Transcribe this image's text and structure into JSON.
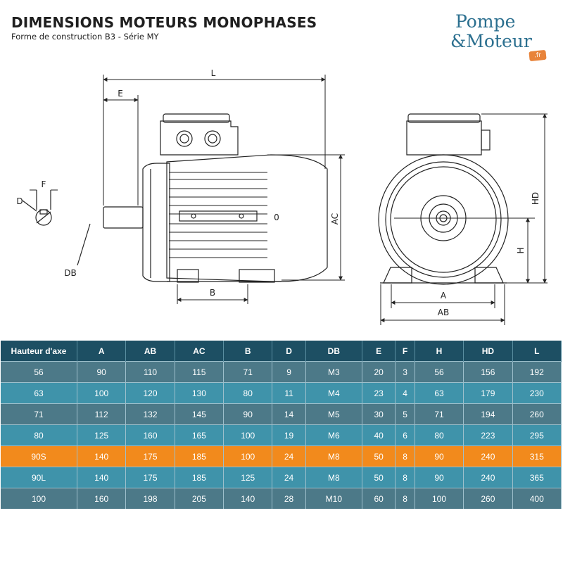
{
  "header": {
    "title": "DIMENSIONS MOTEURS MONOPHASES",
    "subtitle": "Forme de construction B3 - Série MY"
  },
  "logo": {
    "line1": "Pompe",
    "line2": "&Moteur",
    "suffix": ".fr",
    "brand_color": "#2b6f8f",
    "accent_color": "#e8833a"
  },
  "drawing_labels": {
    "L": "L",
    "E": "E",
    "F": "F",
    "D": "D",
    "DB": "DB",
    "AC": "AC",
    "B": "B",
    "HD": "HD",
    "H": "H",
    "A": "A",
    "AB": "AB",
    "zero": "0"
  },
  "table": {
    "columns": [
      "Hauteur d'axe",
      "A",
      "AB",
      "AC",
      "B",
      "D",
      "DB",
      "E",
      "F",
      "H",
      "HD",
      "L"
    ],
    "rows": [
      [
        "56",
        "90",
        "110",
        "115",
        "71",
        "9",
        "M3",
        "20",
        "3",
        "56",
        "156",
        "192"
      ],
      [
        "63",
        "100",
        "120",
        "130",
        "80",
        "11",
        "M4",
        "23",
        "4",
        "63",
        "179",
        "230"
      ],
      [
        "71",
        "112",
        "132",
        "145",
        "90",
        "14",
        "M5",
        "30",
        "5",
        "71",
        "194",
        "260"
      ],
      [
        "80",
        "125",
        "160",
        "165",
        "100",
        "19",
        "M6",
        "40",
        "6",
        "80",
        "223",
        "295"
      ],
      [
        "90S",
        "140",
        "175",
        "185",
        "100",
        "24",
        "M8",
        "50",
        "8",
        "90",
        "240",
        "315"
      ],
      [
        "90L",
        "140",
        "175",
        "185",
        "125",
        "24",
        "M8",
        "50",
        "8",
        "90",
        "240",
        "365"
      ],
      [
        "100",
        "160",
        "198",
        "205",
        "140",
        "28",
        "M10",
        "60",
        "8",
        "100",
        "260",
        "400"
      ]
    ],
    "highlight_row": 4,
    "colors": {
      "header": "#1d4f63",
      "odd": "#4c7988",
      "even": "#3f93aa",
      "highlight": "#f28a1c"
    }
  }
}
